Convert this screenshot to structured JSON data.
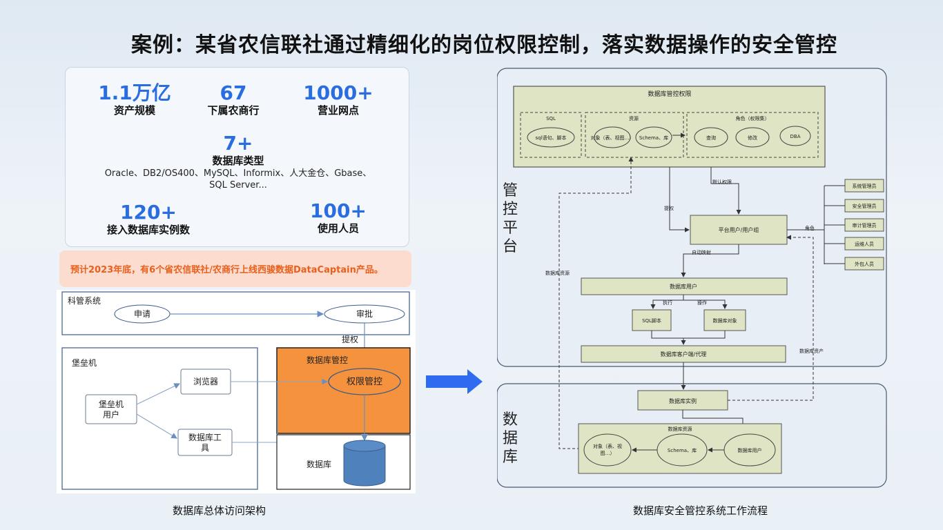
{
  "title": "案例：某省农信联社通过精细化的岗位权限控制，落实数据操作的安全管控",
  "stats": {
    "assets": {
      "value": "1.1万亿",
      "label": "资产规模"
    },
    "banks": {
      "value": "67",
      "label": "下属农商行"
    },
    "outlets": {
      "value": "1000+",
      "label": "营业网点"
    },
    "dbtypes": {
      "value": "7+",
      "label": "数据库类型",
      "detail1": "Oracle、DB2/OS400、MySQL、Informix、人大金仓、Gbase、",
      "detail2": "SQL Server..."
    },
    "instances": {
      "value": "120+",
      "label": "接入数据库实例数"
    },
    "users": {
      "value": "100+",
      "label": "使用人员"
    }
  },
  "banner": "预计2023年底，有6个省农信联社/农商行上线西骏数据DataCaptain产品。",
  "left_diagram": {
    "system": "科管系统",
    "apply": "申请",
    "approve": "审批",
    "grant": "提权",
    "bastion": "堡垒机",
    "bastion_user_1": "堡垒机",
    "bastion_user_2": "用户",
    "browser": "浏览器",
    "dbtool_1": "数据库工",
    "dbtool_2": "具",
    "dbcontrol": "数据库管控",
    "perm_control": "权限管控",
    "database": "数据库"
  },
  "right_diagram": {
    "platform_label": [
      "管",
      "控",
      "平",
      "台"
    ],
    "db_label": [
      "数",
      "据",
      "库"
    ],
    "perm_title": "数据库管控权限",
    "sql_group": "SQL",
    "sql_item": "sql语句、脚本",
    "resource_group": "资源",
    "obj_item": "对象（表、视图…）",
    "schema_item": "Schema、库",
    "role_group": "角色（权限集）",
    "query_item": "查询",
    "modify_item": "修改",
    "dba_item": "DBA",
    "default_perm": "默认权限",
    "grant": "提权",
    "role": "角色",
    "platform_user": "平台用户/用户组",
    "auto_map": "自动映射",
    "db_resource": "数据库资源",
    "db_user": "数据库用户",
    "exec": "执行",
    "operate": "操作",
    "sql_script": "SQL脚本",
    "db_object": "数据库对象",
    "db_client": "数据库客户端/代理",
    "db_asset": "数据库资产",
    "db_instance": "数据库实例",
    "db_resource2": "数据库资源",
    "obj2": "对象（表、视",
    "obj2b": "图…）",
    "schema2": "Schema、库",
    "dbuser2": "数据库用户",
    "roles": [
      "系统管理员",
      "安全管理员",
      "审计管理员",
      "运维人员",
      "外包人员"
    ]
  },
  "captions": {
    "left": "数据库总体访问架构",
    "right": "数据库安全管控系统工作流程"
  },
  "colors": {
    "accent_blue": "#2a6de0",
    "orange": "#f5923e",
    "olive": "#dfe4c4",
    "banner_text": "#e8601c"
  }
}
